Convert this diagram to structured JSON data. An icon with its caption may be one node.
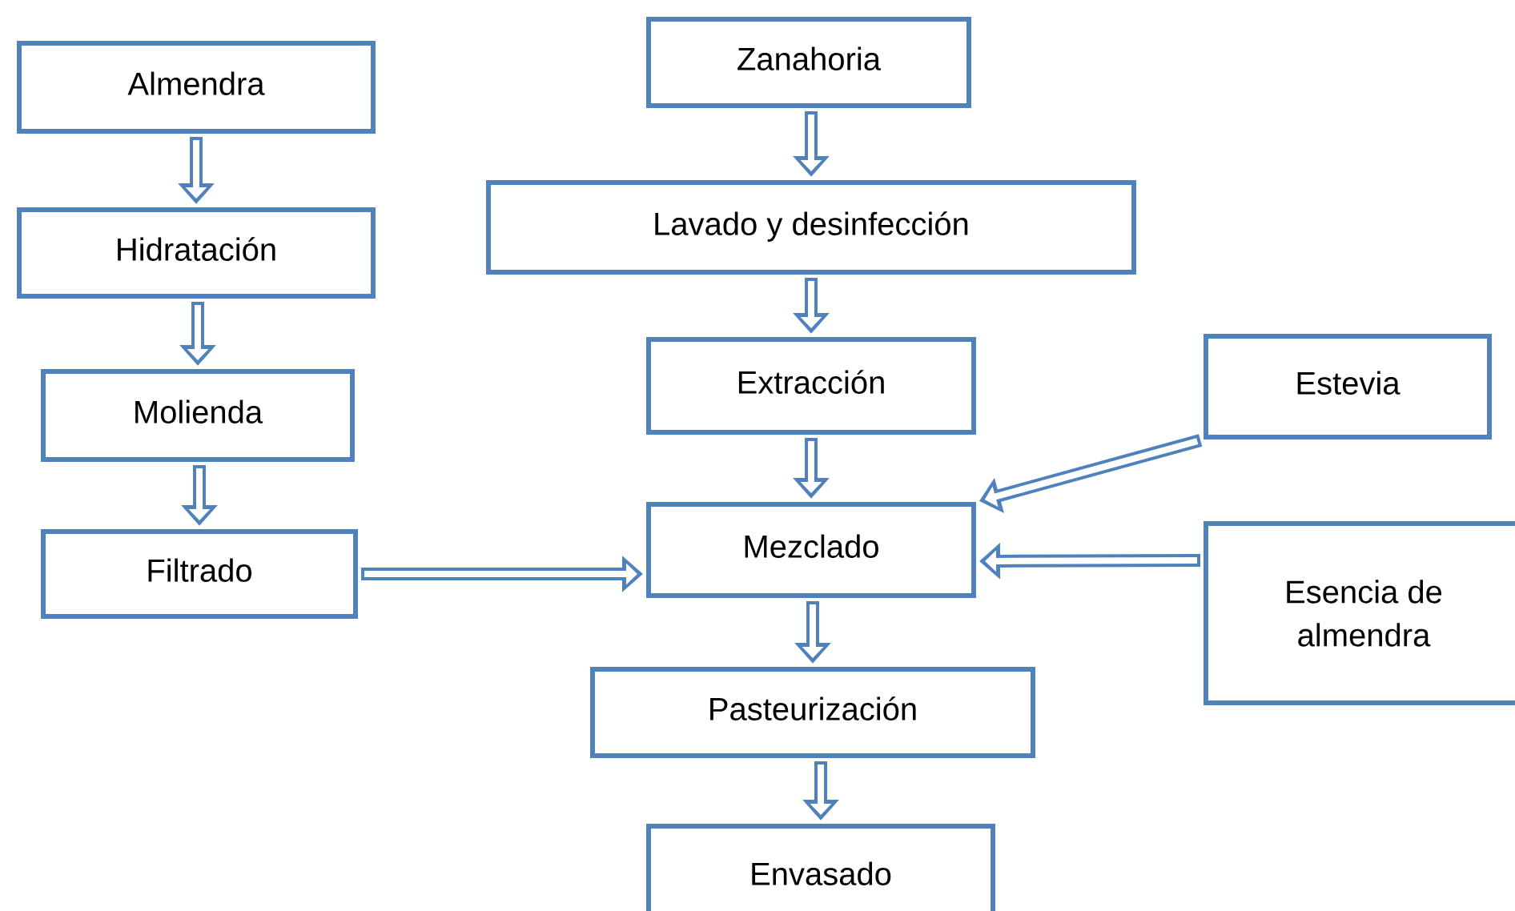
{
  "diagram": {
    "nodes": [
      {
        "text": [
          "Almendra"
        ]
      },
      {
        "text": [
          "Hidratación"
        ]
      },
      {
        "text": [
          "Molienda"
        ]
      },
      {
        "text": [
          "Filtrado"
        ]
      },
      {
        "text": [
          "Zanahoria"
        ]
      },
      {
        "text": [
          "Lavado y desinfección"
        ]
      },
      {
        "text": [
          "Extracción"
        ]
      },
      {
        "text": [
          "Mezclado"
        ]
      },
      {
        "text": [
          "Pasteurización"
        ]
      },
      {
        "text": [
          "Envasado"
        ]
      },
      {
        "text": [
          "Estevia"
        ]
      },
      {
        "text": [
          "Esencia de almendra"
        ]
      }
    ],
    "edges": [
      {
        "from": 0,
        "to": 1,
        "arrow": "to"
      },
      {
        "from": 1,
        "to": 2,
        "arrow": "to"
      },
      {
        "from": 2,
        "to": 3,
        "arrow": "to"
      },
      {
        "from": 4,
        "to": 5,
        "arrow": "to"
      },
      {
        "from": 5,
        "to": 6,
        "arrow": "to"
      },
      {
        "from": 6,
        "to": 7,
        "arrow": "to"
      },
      {
        "from": 3,
        "to": 7,
        "arrow": "to"
      },
      {
        "from": 10,
        "to": 7,
        "arrow": "to"
      },
      {
        "from": 11,
        "to": 7,
        "arrow": "to"
      },
      {
        "from": 7,
        "to": 8,
        "arrow": "to"
      },
      {
        "from": 8,
        "to": 9,
        "arrow": "to"
      }
    ]
  }
}
